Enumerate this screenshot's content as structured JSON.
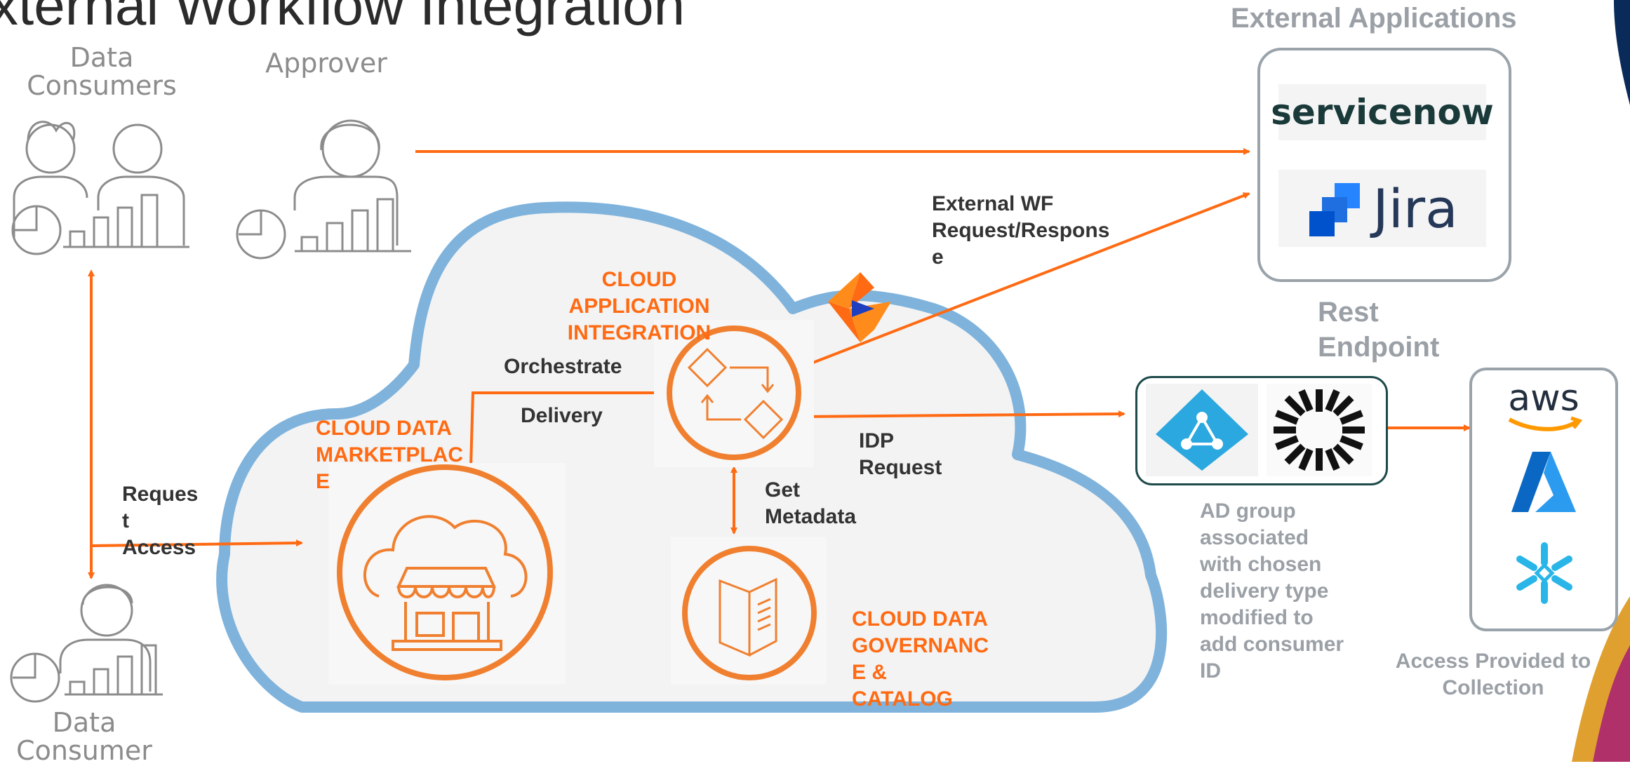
{
  "title": "xternal Workflow Integration",
  "actors": {
    "data_consumers": "Data\nConsumers",
    "approver": "Approver",
    "data_consumer": "Data\nConsumer"
  },
  "external": {
    "header": "External Applications",
    "servicenow": "servicenow",
    "jira": "Jira"
  },
  "rest": {
    "label": "Rest\nEndpoint",
    "idp_note": "AD group\nassociated\nwith chosen\ndelivery type\nmodified to\nadd consumer\nID"
  },
  "cloud_targets": {
    "aws": "aws",
    "caption": "Access Provided to\nCollection"
  },
  "services": {
    "cai": "CLOUD\nAPPLICATION\nINTEGRATION",
    "cdm": "CLOUD DATA\nMARKETPLAC\nE",
    "cdgc": "CLOUD DATA\nGOVERNANC\nE &\nCATALOG"
  },
  "flows": {
    "external_wf": "External WF\nRequest/Respons\ne",
    "orchestrate": "Orchestrate",
    "delivery": "Delivery",
    "idp_request": "IDP\nRequest",
    "get_metadata": "Get\nMetadata",
    "request_access": "Reques\nt\nAccess"
  },
  "colors": {
    "orange": "#ff6a13",
    "cloud_blue": "#7fb3dc",
    "grey": "#9aa3aa"
  }
}
